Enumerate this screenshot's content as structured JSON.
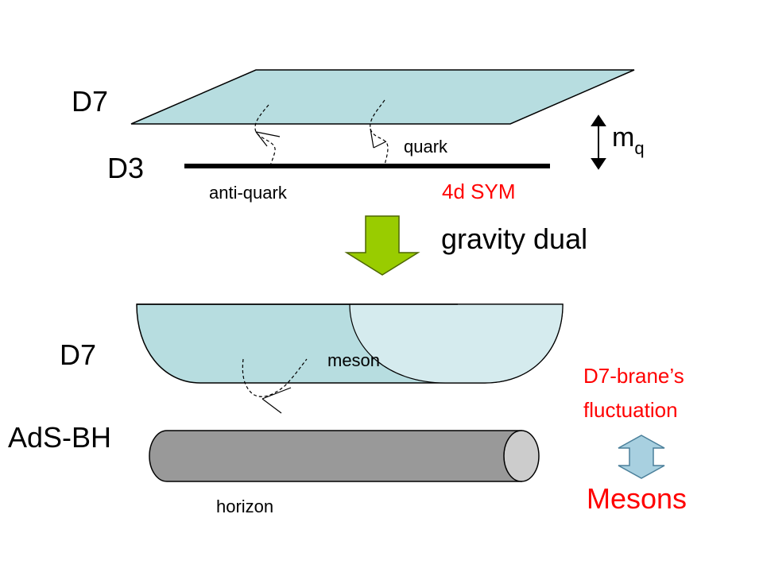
{
  "top": {
    "d7_label": "D7",
    "d3_label": "D3",
    "quark_label": "quark",
    "anti_quark_label": "anti-quark",
    "mass_symbol": "m",
    "mass_subscript": "q",
    "theory_label": "4d SYM"
  },
  "transition": {
    "label": "gravity dual"
  },
  "bottom": {
    "d7_label": "D7",
    "bh_label": "AdS-BH",
    "meson_label": "meson",
    "horizon_label": "horizon",
    "fluctuation_line1": "D7-brane’s",
    "fluctuation_line2": "fluctuation",
    "mesons_label": "Mesons"
  },
  "colors": {
    "brane_fill": "#b7dde0",
    "brane_light_fill": "#d5ebee",
    "arrow_green": "#99cc00",
    "arrow_blue": "#a8d0e0",
    "cylinder_fill": "#999999",
    "accent_red": "#ff0000"
  }
}
